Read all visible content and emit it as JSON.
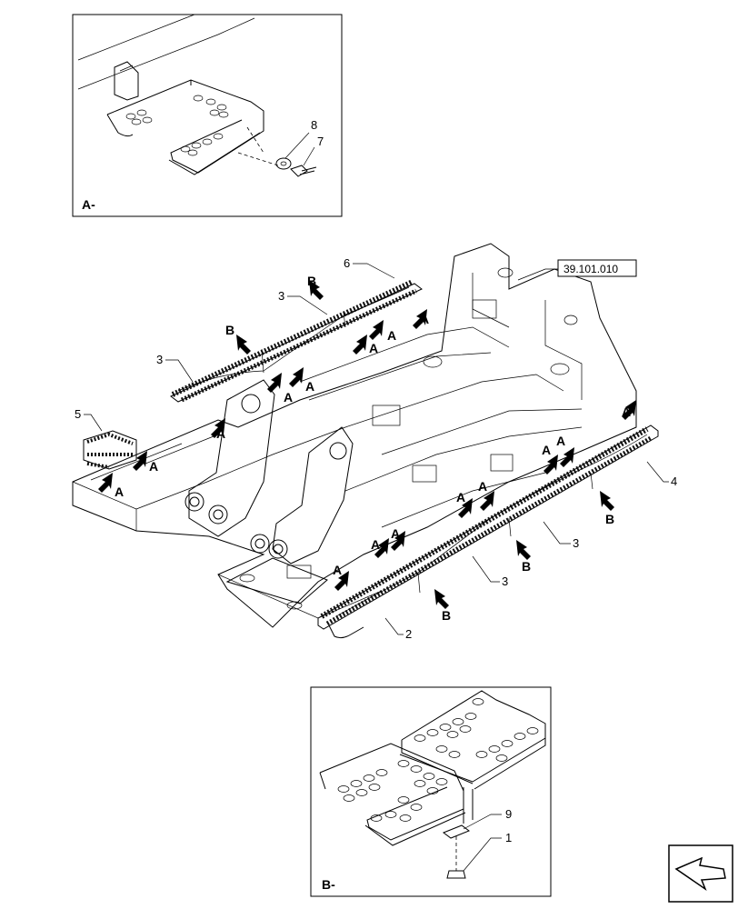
{
  "detail_a": {
    "label": "A-",
    "callouts": [
      {
        "id": "a-8",
        "num": "8"
      },
      {
        "id": "a-7",
        "num": "7"
      }
    ]
  },
  "detail_b": {
    "label": "B-",
    "callouts": [
      {
        "id": "b-9",
        "num": "9"
      },
      {
        "id": "b-1",
        "num": "1"
      }
    ]
  },
  "main": {
    "reference": "39.101.010",
    "callouts": [
      {
        "id": "m-6",
        "num": "6"
      },
      {
        "id": "m-3a",
        "num": "3"
      },
      {
        "id": "m-3b",
        "num": "3"
      },
      {
        "id": "m-5",
        "num": "5"
      },
      {
        "id": "m-4",
        "num": "4"
      },
      {
        "id": "m-3c",
        "num": "3"
      },
      {
        "id": "m-3d",
        "num": "3"
      },
      {
        "id": "m-2",
        "num": "2"
      }
    ],
    "arrow_letters": {
      "a": "A",
      "b": "B"
    }
  },
  "nav_icon": "next-page-arrow-icon"
}
